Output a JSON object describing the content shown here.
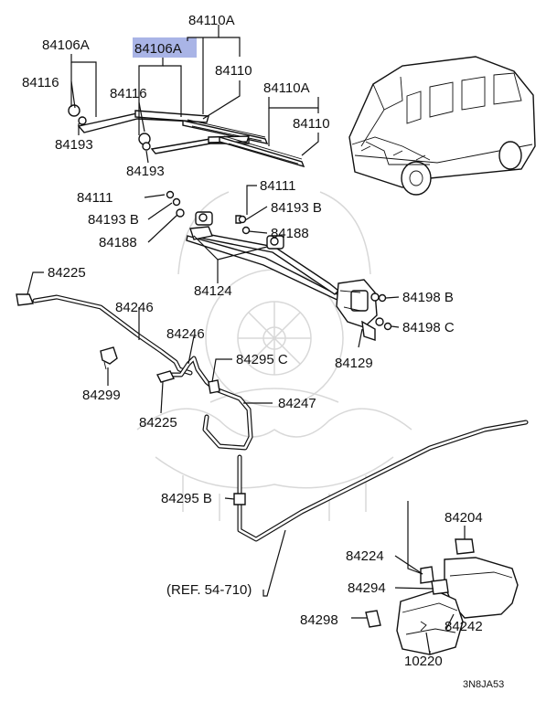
{
  "diagram": {
    "highlight_color": "#a9b4e6",
    "drawing_code": "3N8JA53",
    "labels": {
      "p84110A_top": "84110A",
      "p84106A_left": "84106A",
      "p84106A_highlight": "84106A",
      "p84110_top": "84110",
      "p84116_left": "84116",
      "p84116_mid": "84116",
      "p84110A_right": "84110A",
      "p84110_right": "84110",
      "p84193_left": "84193",
      "p84193_mid": "84193",
      "p84111_left": "84111",
      "p84193B_left": "84193 B",
      "p84188_left": "84188",
      "p84111_right": "84111",
      "p84193B_right": "84193 B",
      "p84188_right": "84188",
      "p84225_top": "84225",
      "p84124": "84124",
      "p84198B": "84198 B",
      "p84246_a": "84246",
      "p84246_b": "84246",
      "p84198C": "84198 C",
      "p84295C": "84295 C",
      "p84129": "84129",
      "p84299": "84299",
      "p84247": "84247",
      "p84225_bottom": "84225",
      "p84295B": "84295 B",
      "p84204": "84204",
      "p84224": "84224",
      "p84294": "84294",
      "ref": "(REF.  54-710)",
      "p84298": "84298",
      "p84242": "84242",
      "p10220": "10220"
    }
  }
}
